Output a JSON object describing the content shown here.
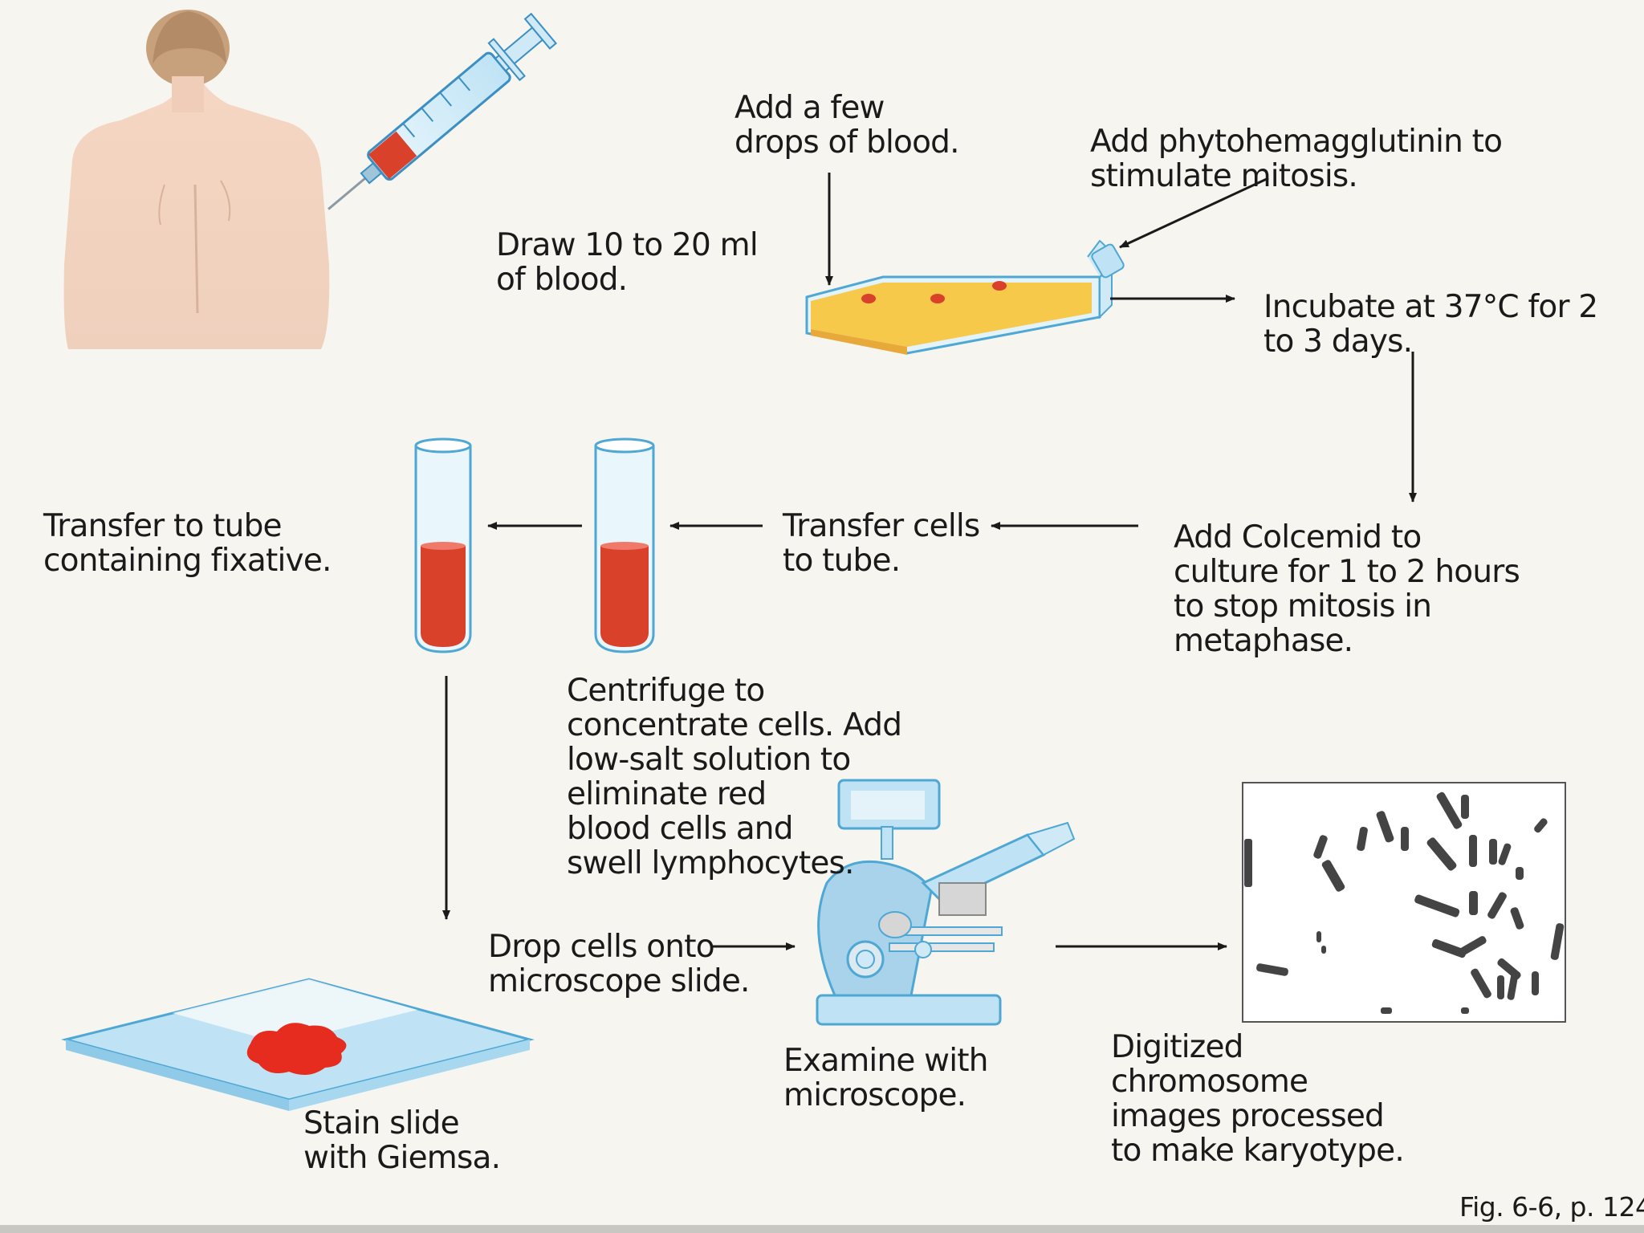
{
  "labels": {
    "draw_blood": "Draw 10 to 20 ml\nof blood.",
    "add_drops": "Add a few\ndrops of blood.",
    "add_pha": "Add phytohemagglutinin to\nstimulate mitosis.",
    "incubate": "Incubate at 37°C for 2\nto 3 days.",
    "add_colcemid": "Add Colcemid to\nculture for 1 to 2 hours\nto stop mitosis in\nmetaphase.",
    "transfer_cells": "Transfer cells\nto tube.",
    "transfer_fixative": "Transfer to tube\ncontaining fixative.",
    "centrifuge": "Centrifuge to\nconcentrate cells. Add\nlow-salt solution to\neliminate red\nblood cells and\nswell lymphocytes.",
    "drop_cells": "Drop cells onto\nmicroscope slide.",
    "examine": "Examine with\nmicroscope.",
    "digitized": "Digitized\nchromosome\nimages processed\nto make karyotype.",
    "stain": "Stain slide\nwith Giemsa."
  },
  "caption": "Fig. 6-6, p. 124",
  "colors": {
    "background": "#f7f5f0",
    "blood": "#d9412b",
    "glass": "#bfe3f5",
    "culture": "#f7c94b",
    "arrow": "#1a1a1a"
  }
}
